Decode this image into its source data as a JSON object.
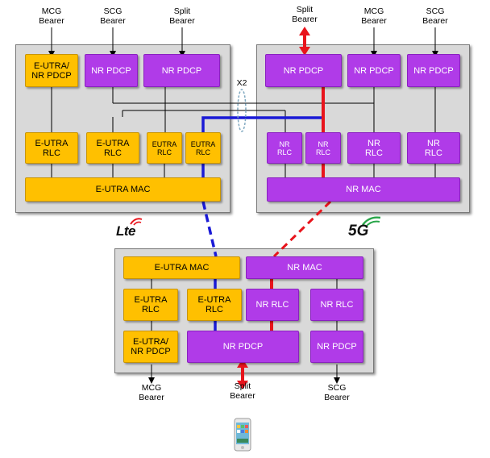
{
  "diagram": {
    "lte_node": {
      "logo": "Lte",
      "boxes": {
        "pdcp_mcg": "E-UTRA/\nNR PDCP",
        "pdcp_scg": "NR PDCP",
        "pdcp_split": "NR PDCP",
        "rlc1": "E-UTRA\nRLC",
        "rlc2": "E-UTRA\nRLC",
        "rlc3": "EUTRA\nRLC",
        "rlc4": "EUTRA\nRLC",
        "mac": "E-UTRA MAC"
      },
      "bearer_labels": {
        "mcg": "MCG\nBearer",
        "scg": "SCG\nBearer",
        "split": "Split\nBearer"
      }
    },
    "nr_node": {
      "logo": "5G",
      "boxes": {
        "pdcp_split": "NR PDCP",
        "pdcp_mcg": "NR PDCP",
        "pdcp_scg": "NR PDCP",
        "rlc1": "NR\nRLC",
        "rlc2": "NR\nRLC",
        "rlc3": "NR\nRLC",
        "rlc4": "NR\nRLC",
        "mac": "NR MAC"
      },
      "bearer_labels": {
        "split": "Split\nBearer",
        "mcg": "MCG\nBearer",
        "scg": "SCG\nBearer"
      }
    },
    "x2_label": "X2",
    "ue": {
      "boxes": {
        "eutra_mac": "E-UTRA MAC",
        "nr_mac": "NR MAC",
        "eutra_rlc1": "E-UTRA\nRLC",
        "eutra_rlc2": "E-UTRA\nRLC",
        "nr_rlc1": "NR RLC",
        "nr_rlc2": "NR RLC",
        "pdcp_mcg": "E-UTRA/\nNR PDCP",
        "pdcp_split": "NR PDCP",
        "pdcp_scg": "NR PDCP"
      },
      "bearer_labels": {
        "mcg": "MCG\nBearer",
        "split": "Split\nBearer",
        "scg": "SCG\nBearer"
      }
    },
    "colors": {
      "lte_layer": "#ffc000",
      "nr_layer": "#b03be8",
      "split_bearer": "#e8141c",
      "lte_link": "#1a1ad6",
      "x2_ellipse": "#7fa8c0",
      "panel": "#d9d9d9"
    }
  }
}
